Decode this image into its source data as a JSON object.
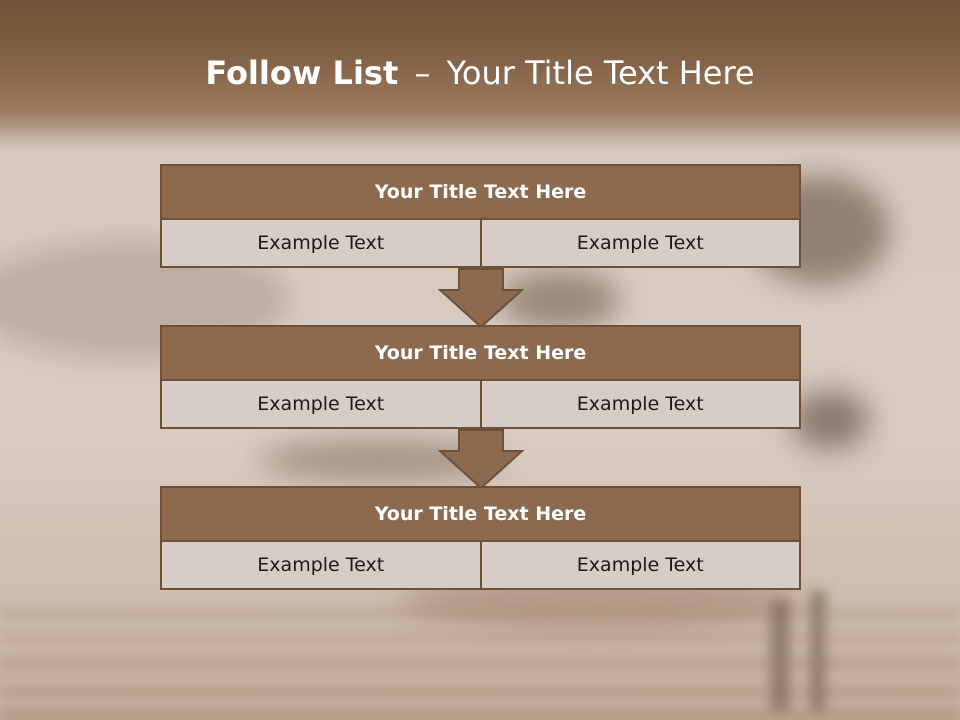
{
  "slide": {
    "title_bold": "Follow List",
    "title_separator": "–",
    "title_rest": "Your Title Text Here"
  },
  "blocks": [
    {
      "header": "Your Title Text Here",
      "left": "Example Text",
      "right": "Example Text"
    },
    {
      "header": "Your Title Text Here",
      "left": "Example Text",
      "right": "Example Text"
    },
    {
      "header": "Your Title Text Here",
      "left": "Example Text",
      "right": "Example Text"
    }
  ],
  "colors": {
    "header_fill": "#8c6a4f",
    "border": "#6e5039",
    "cell_fill": "#d8ccc6",
    "title_text": "#ffffff"
  }
}
